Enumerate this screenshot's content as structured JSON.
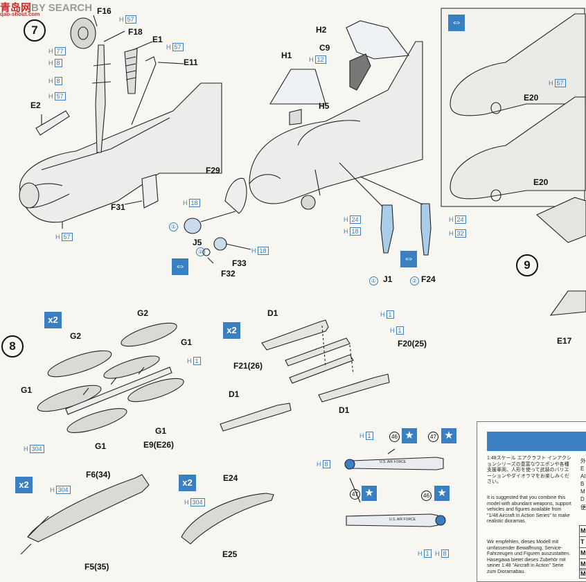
{
  "watermark": {
    "chinese": "青岛网",
    "english": "BY SEARCH",
    "url": "qao-shout.com"
  },
  "steps": {
    "step7": "7",
    "step8": "8",
    "step9": "9"
  },
  "multiplier": "x2",
  "part_labels": {
    "f16": "F16",
    "f18": "F18",
    "e1": "E1",
    "e11": "E11",
    "e2": "E2",
    "f31": "F31",
    "f29": "F29",
    "j5": "J5",
    "f33": "F33",
    "f32": "F32",
    "h2": "H2",
    "c9": "C9",
    "h1": "H1",
    "h5": "H5",
    "j1": "J1",
    "f24": "F24",
    "e20_top": "E20",
    "e20_bottom": "E20",
    "e17": "E17",
    "g2_a": "G2",
    "g2_b": "G2",
    "g1_a": "G1",
    "g1_b": "G1",
    "g1_c": "G1",
    "g1_d": "G1",
    "e9": "E9(E26)",
    "d1_a": "D1",
    "d1_b": "D1",
    "d1_c": "D1",
    "f20": "F20(25)",
    "f21": "F21(26)",
    "f6": "F6(34)",
    "f5": "F5(35)",
    "e24": "E24",
    "e25": "E25"
  },
  "paint_codes": {
    "h57_a": "57",
    "h77": "77",
    "h8_a": "8",
    "h8_b": "8",
    "h57_b": "57",
    "h57_c": "57",
    "h57_d": "57",
    "h18_a": "18",
    "h18_b": "18",
    "h12": "12",
    "h24_a": "24",
    "h18_c": "18",
    "h24_b": "24",
    "h32": "32",
    "h57_e": "57",
    "h1_a": "1",
    "h304_a": "304",
    "h1_b": "1",
    "h1_c": "1",
    "h304_b": "304",
    "h304_c": "304",
    "h1_d": "1",
    "h8_c": "8",
    "h1_e": "1",
    "h8_d": "8"
  },
  "paint_prefix": "H",
  "circled": {
    "one": "①",
    "two": "②"
  },
  "decals": {
    "d46_a": "46",
    "d47_a": "47",
    "d47_b": "47",
    "d46_b": "46"
  },
  "missile_marking": "U.S. AIR FORCE",
  "notes": {
    "japanese": "1:48スケール エアクラフト インアクションシリーズの豊富なウエポンや各種支援車両、人形を使って武装のバリエーションやダイオラマをお楽しみください。",
    "english": "It is suggested that you combine this model with abundant weapons, support vehicles and figures available from \"1/48 Aircraft In Action Series\" to make realistic dioramas.",
    "german": "Wir empfehlen, dieses Modell mit umfassender Bewaffnung, Service-Fahrzeugen und Figuren auszustatten. Hasegawa bietet dieses Zubehör mit seiner 1:48 \"Aircraft in Action\" Serie zum Dioramabau."
  },
  "side_letters": [
    "外",
    "E",
    "Al",
    "B",
    "M",
    "D",
    "便"
  ],
  "side_boxes": [
    "M",
    "T",
    "M",
    "M",
    "M"
  ],
  "icons": {
    "swap": "double-arrow-icon",
    "star": "star-icon"
  },
  "colors": {
    "paint_blue": "#3a7fc0",
    "ink": "#1a1a1a",
    "paper": "#f7f6f1"
  }
}
